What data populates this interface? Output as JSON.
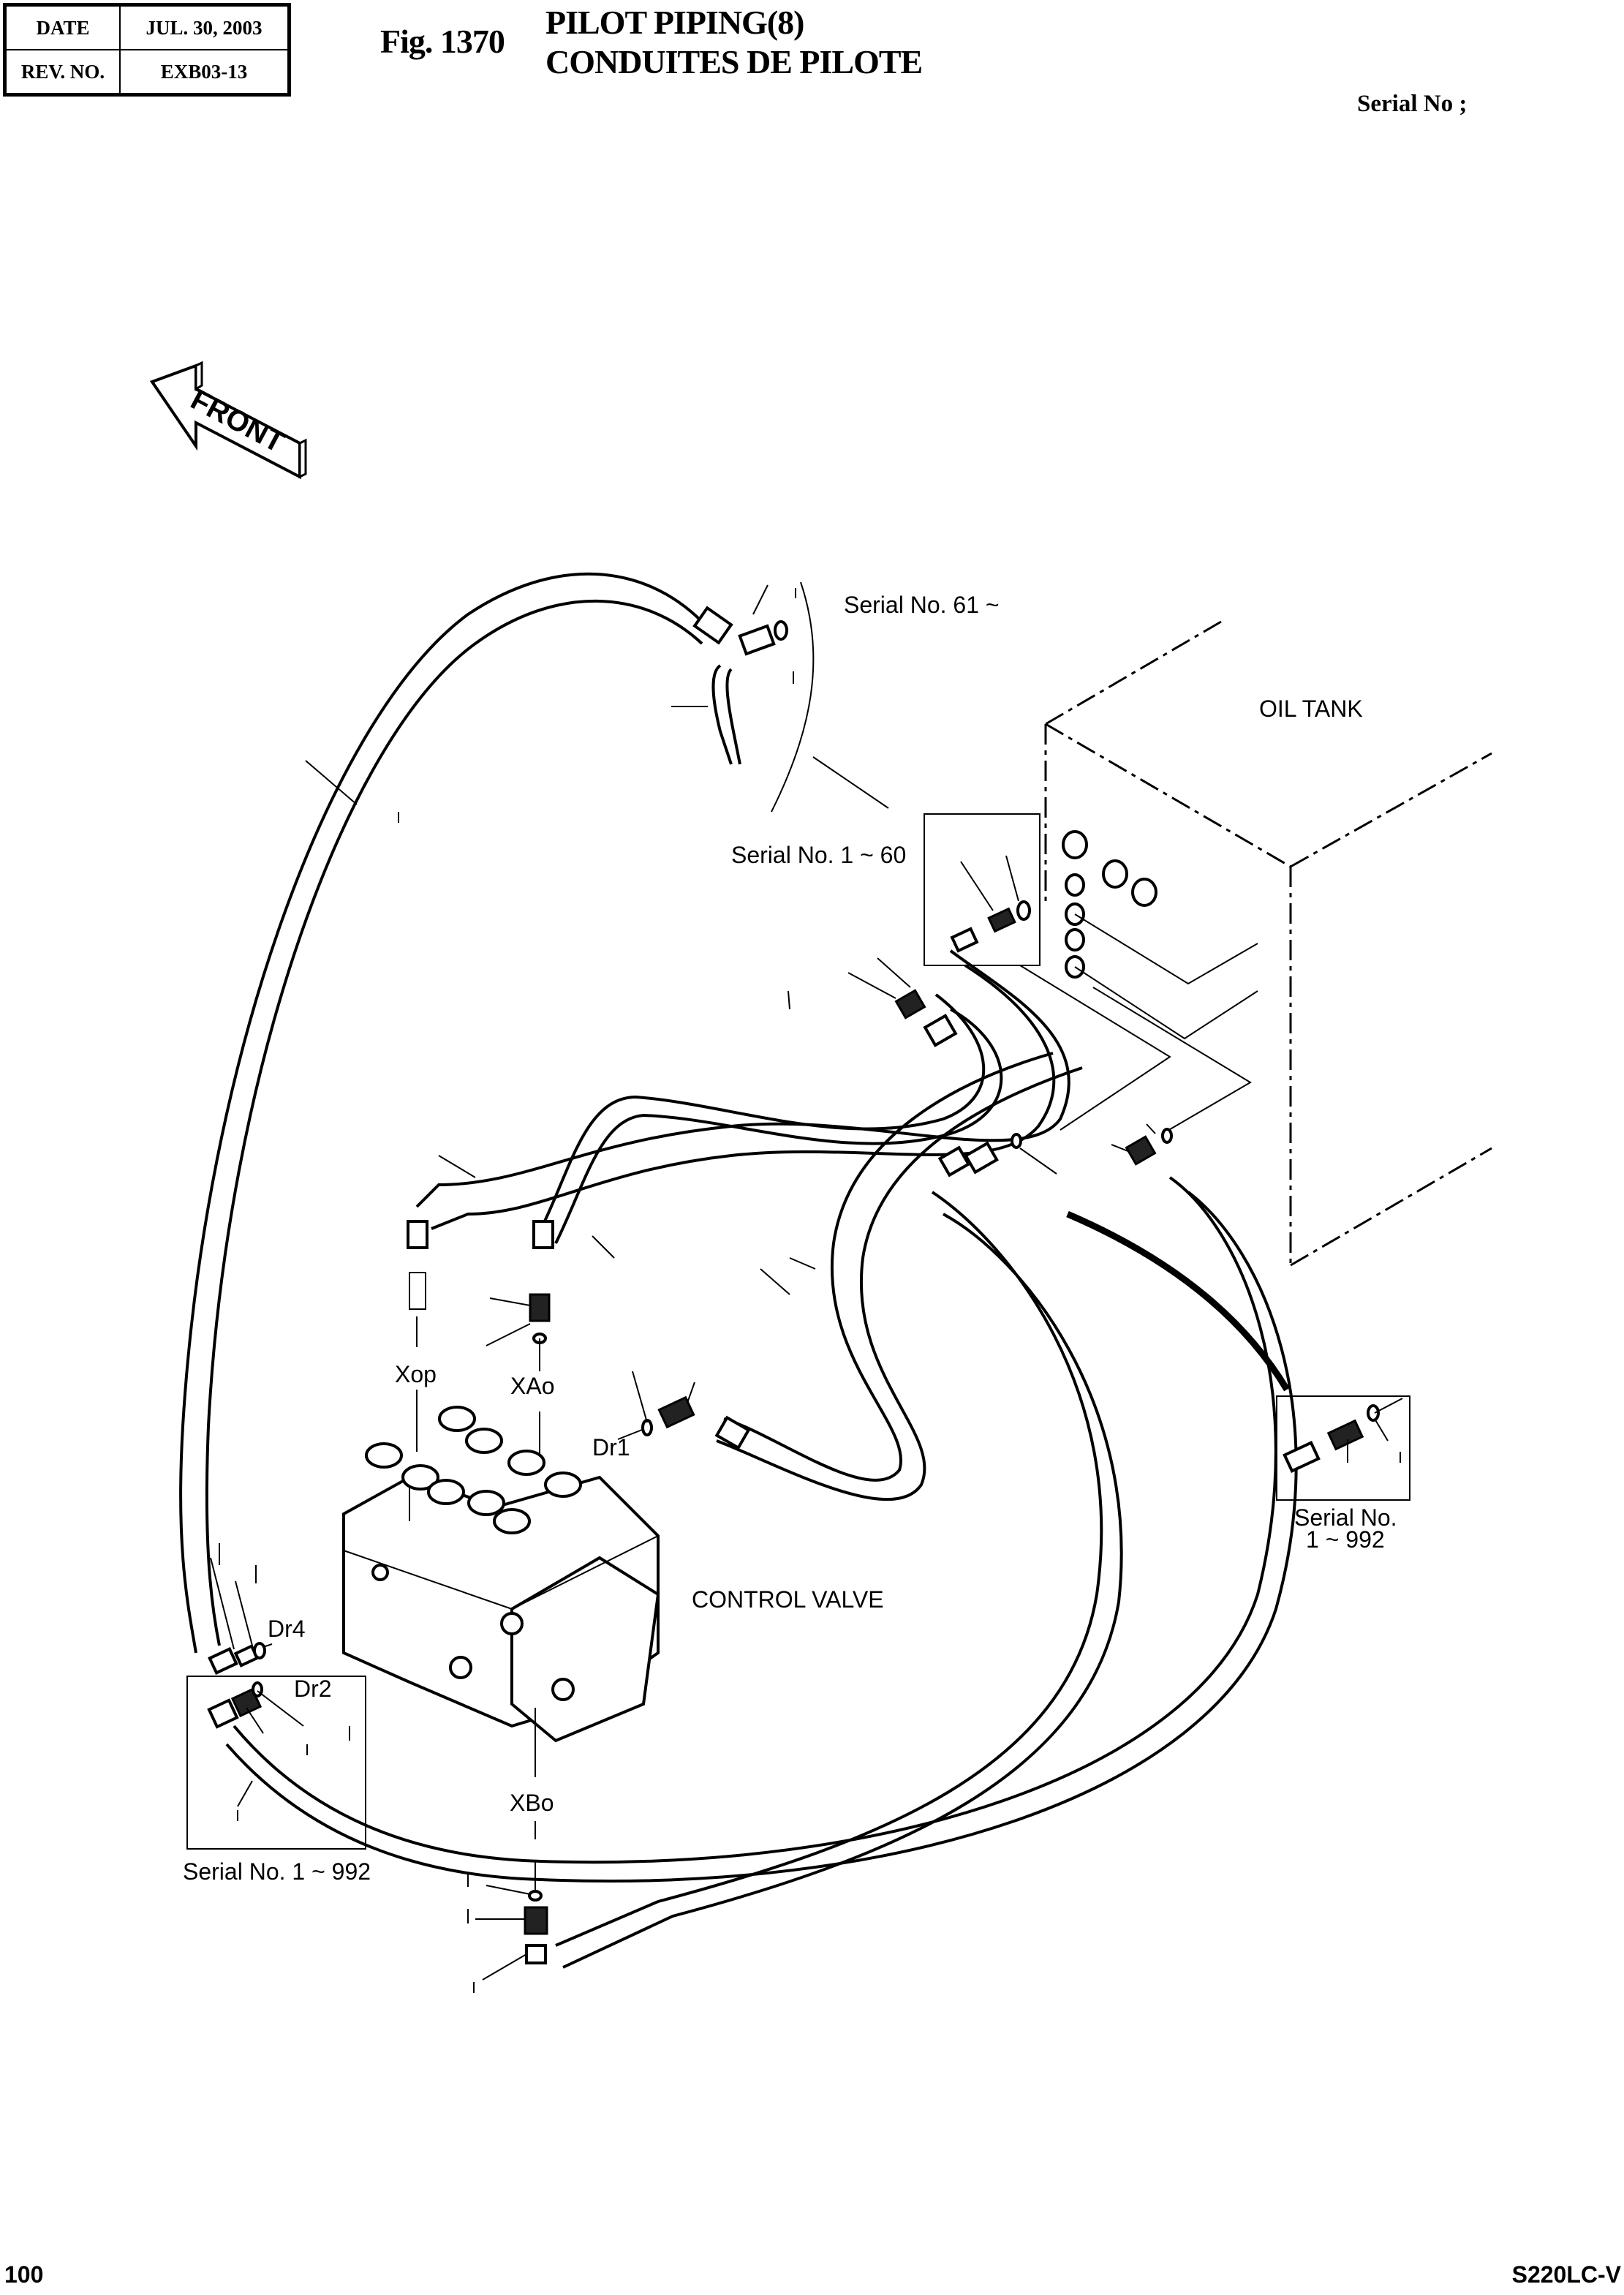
{
  "header": {
    "date_label": "DATE",
    "date_value": "JUL. 30, 2003",
    "rev_label": "REV. NO.",
    "rev_value": "EXB03-13",
    "figure_number": "Fig. 1370",
    "title_en": "PILOT PIPING(8)",
    "title_fr": "CONDUITES DE PILOTE",
    "serial_label": "Serial No ;"
  },
  "diagram": {
    "front_arrow_label": "FRONT",
    "labels": {
      "oil_tank": "OIL TANK",
      "control_valve": "CONTROL VALVE",
      "serial_61": "Serial No. 61 ~",
      "serial_1_60": "Serial No. 1 ~ 60",
      "serial_1_992_right_line1": "Serial No.",
      "serial_1_992_right_line2": "1 ~ 992",
      "serial_1_992_left": "Serial No. 1 ~ 992",
      "port_xop": "Xop",
      "port_xao": "XAo",
      "port_xbo": "XBo",
      "port_dr1": "Dr1",
      "port_dr2": "Dr2",
      "port_dr4": "Dr4"
    }
  },
  "footer": {
    "page_number": "100",
    "model": "S220LC-V"
  }
}
